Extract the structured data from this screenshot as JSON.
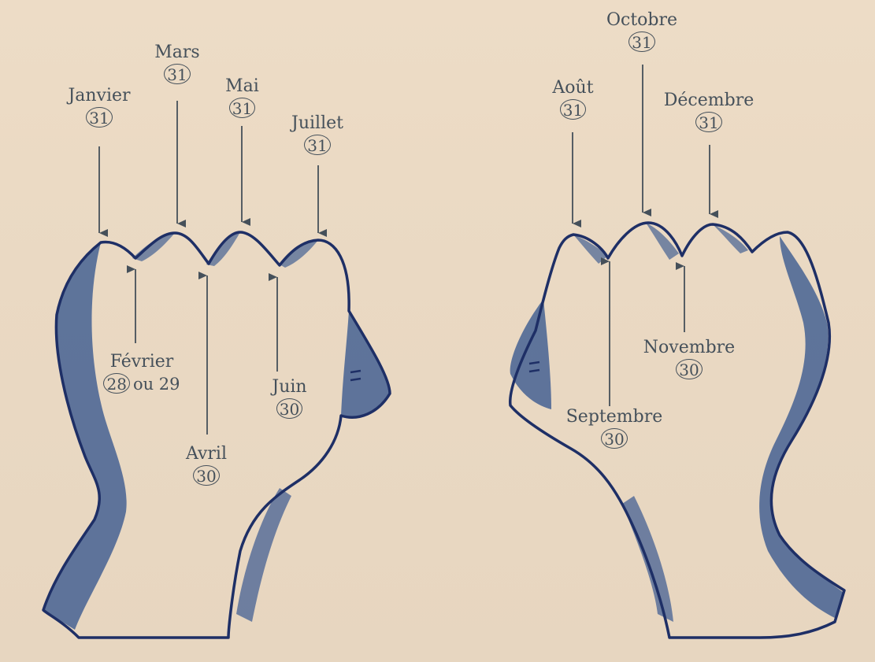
{
  "colors": {
    "outline": "#1e2f66",
    "shade": "#4f6896",
    "ink": "#45505a",
    "paper": "#e9dcc6"
  },
  "left_hand": {
    "janvier": {
      "month": "Janvier",
      "days": "31"
    },
    "fevrier": {
      "month": "Février",
      "days": "28",
      "suffix": "ou 29"
    },
    "mars": {
      "month": "Mars",
      "days": "31"
    },
    "avril": {
      "month": "Avril",
      "days": "30"
    },
    "mai": {
      "month": "Mai",
      "days": "31"
    },
    "juin": {
      "month": "Juin",
      "days": "30"
    },
    "juillet": {
      "month": "Juillet",
      "days": "31"
    }
  },
  "right_hand": {
    "aout": {
      "month": "Août",
      "days": "31"
    },
    "septembre": {
      "month": "Septembre",
      "days": "30"
    },
    "octobre": {
      "month": "Octobre",
      "days": "31"
    },
    "novembre": {
      "month": "Novembre",
      "days": "30"
    },
    "decembre": {
      "month": "Décembre",
      "days": "31"
    }
  }
}
